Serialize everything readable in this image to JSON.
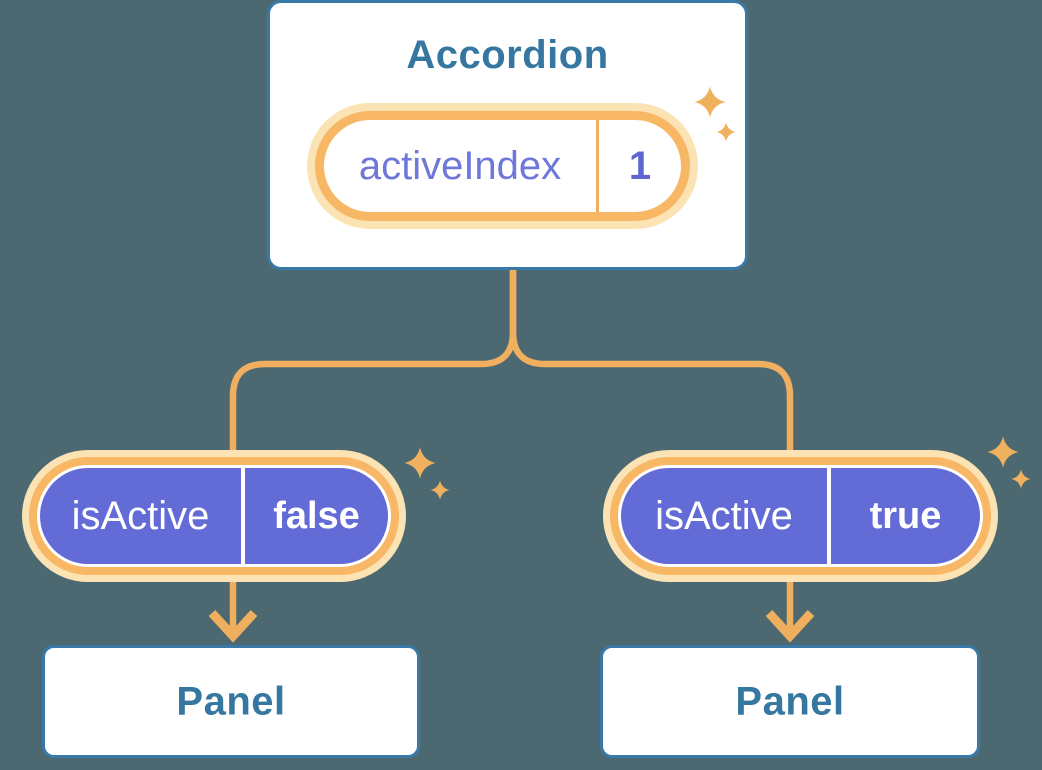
{
  "accordion": {
    "title": "Accordion",
    "state_pill": {
      "key": "activeIndex",
      "value": "1"
    }
  },
  "children": [
    {
      "state_pill": {
        "key": "isActive",
        "value": "false"
      },
      "panel_label": "Panel"
    },
    {
      "state_pill": {
        "key": "isActive",
        "value": "true"
      },
      "panel_label": "Panel"
    }
  ],
  "icons": {
    "sparkle": "four-point-star",
    "arrow": "down-arrow"
  },
  "colors": {
    "background": "#4C6972",
    "card_fill": "#FFFFFF",
    "card_border": "#3879A8",
    "heading_text": "#3577A0",
    "connector": "#F0AE5F",
    "pill_ring": "#F7B765",
    "pill_halo": "#FBE3B4",
    "pill_purple_fill": "#636BD6",
    "state_key_text": "#6F77DB",
    "state_value_text": "#5F66D4",
    "pill_text_on_purple": "#FFFFFF"
  }
}
